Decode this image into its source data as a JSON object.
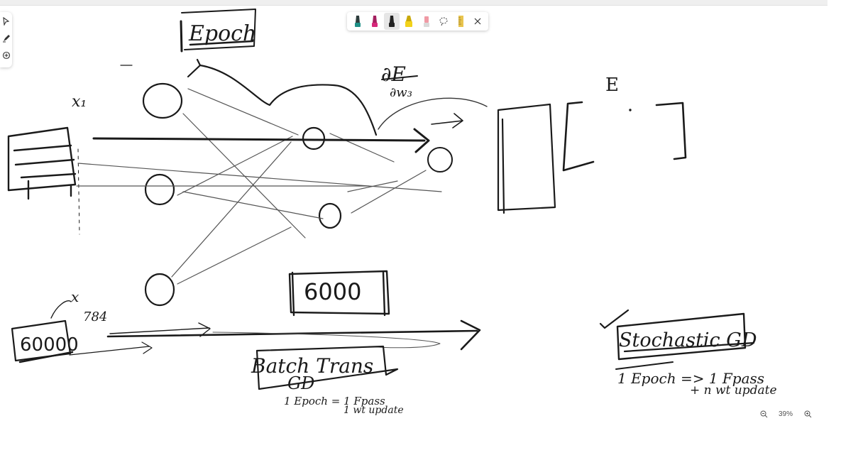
{
  "app": {
    "name": "Whiteboard"
  },
  "left_toolbar": {
    "tools": [
      {
        "name": "select-tool",
        "icon": "pointer-icon"
      },
      {
        "name": "pen-tool",
        "icon": "pen-icon"
      },
      {
        "name": "add-tool",
        "icon": "plus-circle-icon"
      }
    ]
  },
  "pen_toolbar": {
    "pens": [
      {
        "name": "teal-pen",
        "color": "#1f8f86"
      },
      {
        "name": "magenta-pen",
        "color": "#d6287a"
      },
      {
        "name": "black-pen",
        "color": "#222222",
        "active": true
      },
      {
        "name": "yellow-highlighter",
        "color": "#f2d21a"
      },
      {
        "name": "eraser",
        "color": "#f09aa5"
      },
      {
        "name": "lasso-select",
        "icon": "lasso-icon"
      },
      {
        "name": "ruler",
        "icon": "ruler-icon",
        "color": "#e8c44e"
      },
      {
        "name": "close",
        "icon": "close-icon"
      }
    ]
  },
  "zoom": {
    "level": "39%",
    "zoom_out_icon": "zoom-out-icon",
    "zoom_in_icon": "zoom-in-icon"
  },
  "ink": {
    "epoch_box": "Epoch",
    "dE_dw": "∂E",
    "dw_label": "∂w₃",
    "x1": "x₁",
    "E_label": "E",
    "sixty_k_left": "60000",
    "x_label": "x",
    "seven84": "784",
    "sixty_k_mid": "6000",
    "batch_gd": "Batch Trans",
    "gd": "GD",
    "batch_note_1": "1 Epoch = 1 Fpass",
    "batch_note_2": "1 wt update",
    "stochastic_gd": "Stochastic GD",
    "sgd_note_1": "1 Epoch => 1 Fpass",
    "sgd_note_2": "+ n wt update"
  }
}
